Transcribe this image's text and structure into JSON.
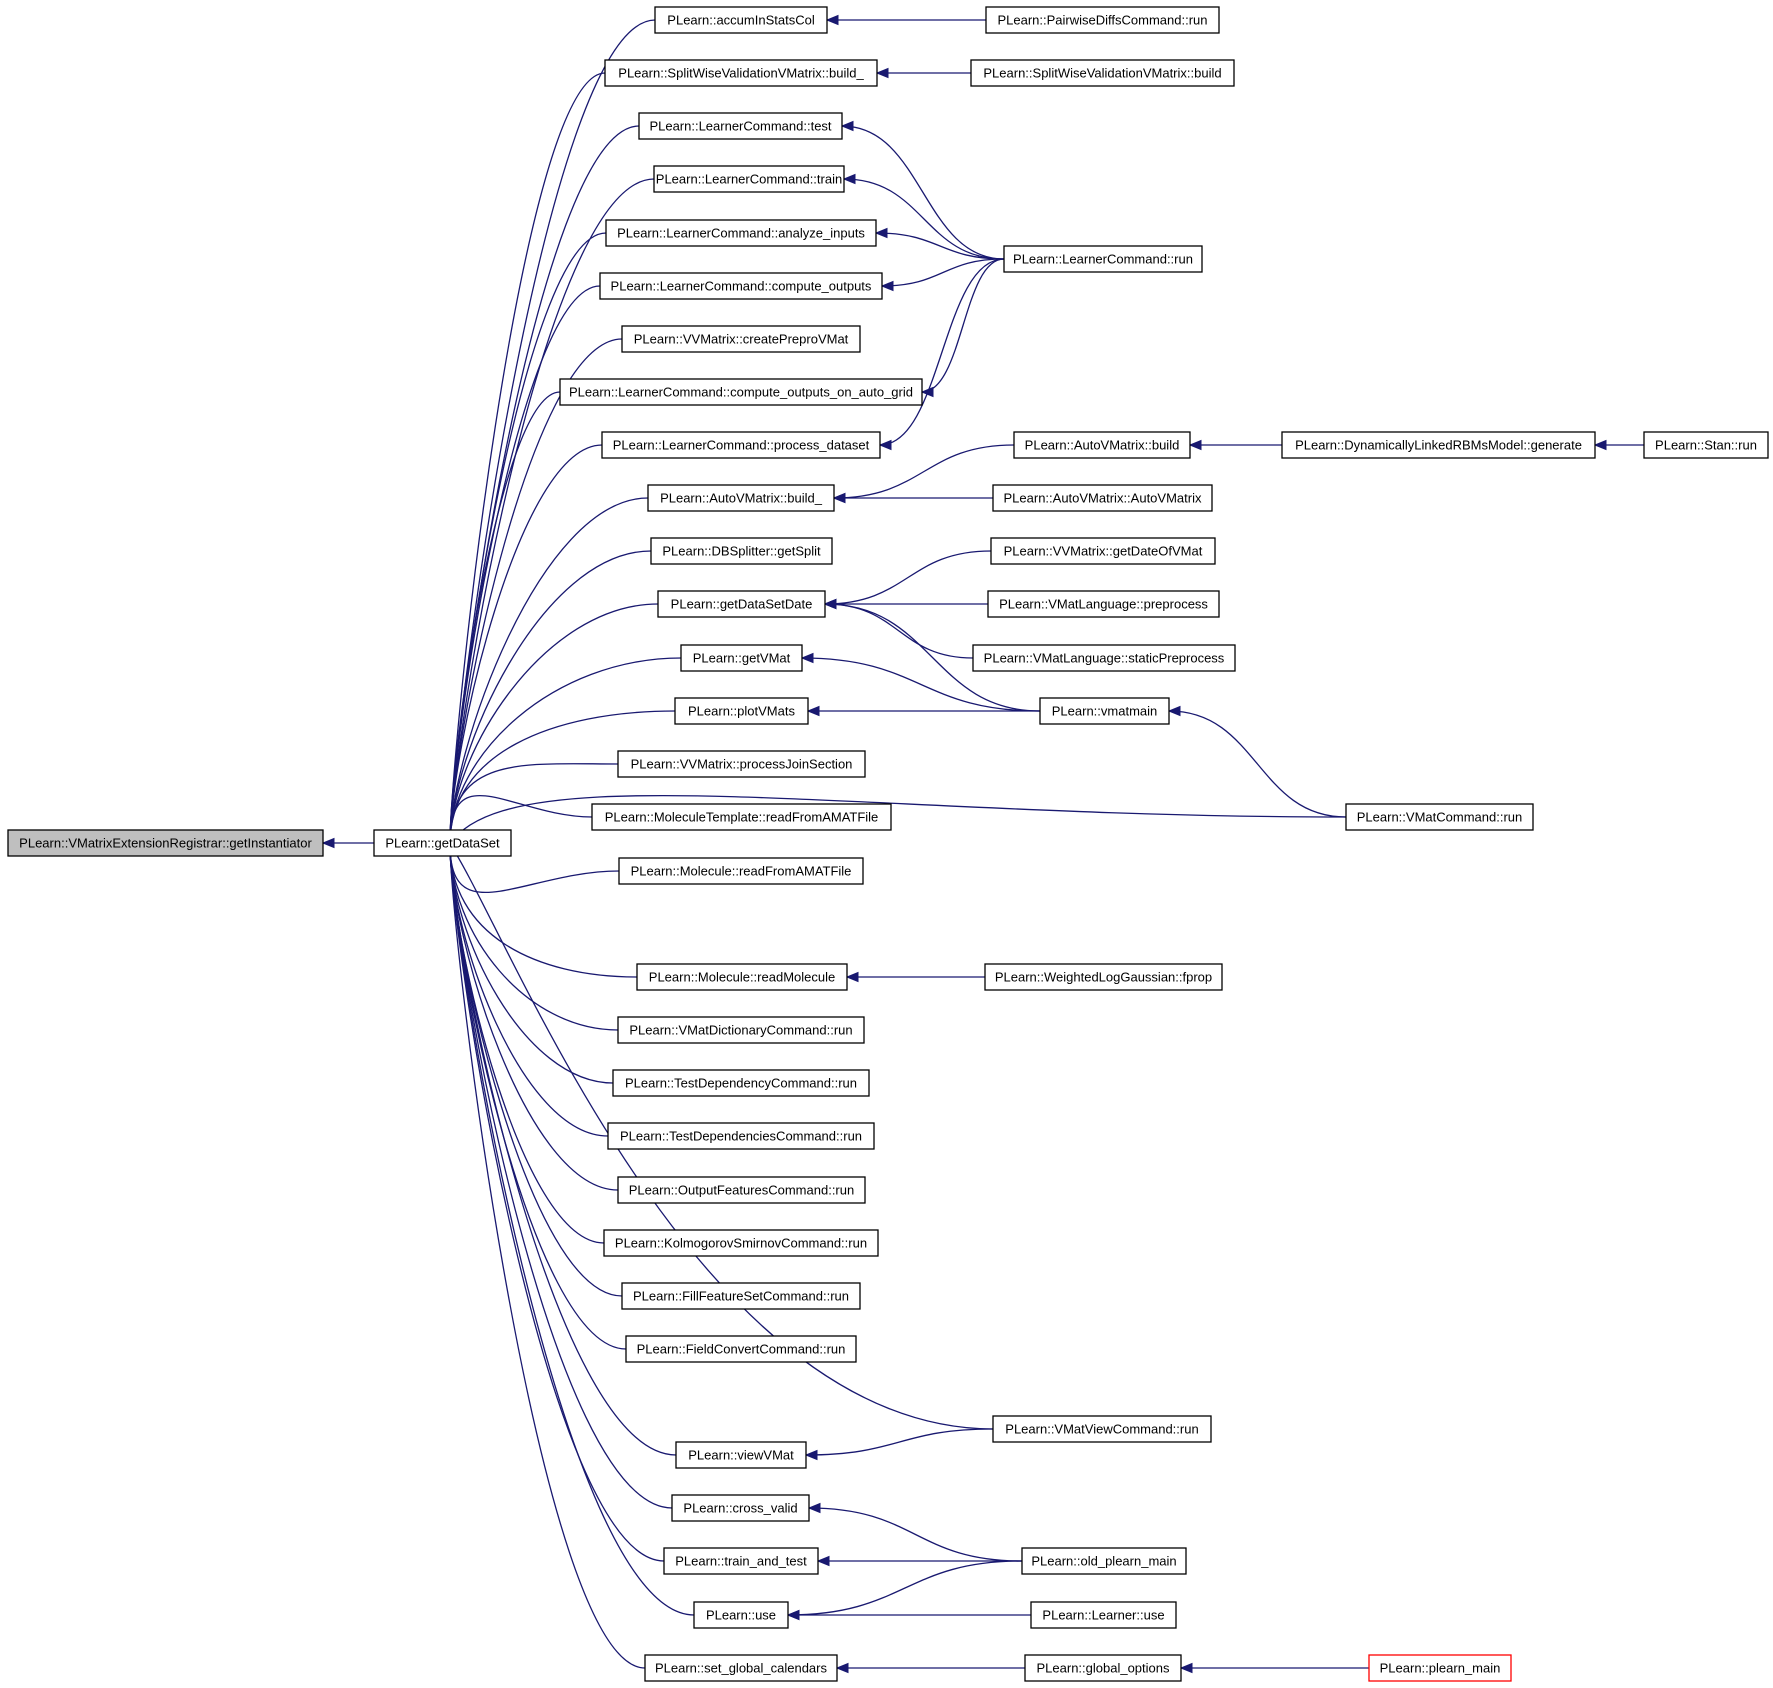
{
  "colors": {
    "edge": "#191970",
    "root_fill": "#bfbfbf",
    "truncated_border": "#ff0000"
  },
  "nodes": [
    {
      "id": "root",
      "label": "PLearn::VMatrixExtensionRegistrar::getInstantiator"
    },
    {
      "id": "gds",
      "label": "PLearn::getDataSet"
    },
    {
      "id": "accum",
      "label": "PLearn::accumInStatsCol"
    },
    {
      "id": "swv_build_",
      "label": "PLearn::SplitWiseValidationVMatrix::build_"
    },
    {
      "id": "lc_test",
      "label": "PLearn::LearnerCommand::test"
    },
    {
      "id": "lc_train",
      "label": "PLearn::LearnerCommand::train"
    },
    {
      "id": "lc_analyze",
      "label": "PLearn::LearnerCommand::analyze_inputs"
    },
    {
      "id": "lc_compute",
      "label": "PLearn::LearnerCommand::compute_outputs"
    },
    {
      "id": "vvm_create",
      "label": "PLearn::VVMatrix::createPreproVMat"
    },
    {
      "id": "lc_compute_grid",
      "label": "PLearn::LearnerCommand::compute_outputs_on_auto_grid"
    },
    {
      "id": "lc_process",
      "label": "PLearn::LearnerCommand::process_dataset"
    },
    {
      "id": "avm_build_",
      "label": "PLearn::AutoVMatrix::build_"
    },
    {
      "id": "dbs_getsplit",
      "label": "PLearn::DBSplitter::getSplit"
    },
    {
      "id": "gdsdate",
      "label": "PLearn::getDataSetDate"
    },
    {
      "id": "getvmat",
      "label": "PLearn::getVMat"
    },
    {
      "id": "plotvmats",
      "label": "PLearn::plotVMats"
    },
    {
      "id": "vvm_join",
      "label": "PLearn::VVMatrix::processJoinSection"
    },
    {
      "id": "moltpl_read",
      "label": "PLearn::MoleculeTemplate::readFromAMATFile"
    },
    {
      "id": "mol_read",
      "label": "PLearn::Molecule::readFromAMATFile"
    },
    {
      "id": "mol_readmol",
      "label": "PLearn::Molecule::readMolecule"
    },
    {
      "id": "vmdict_run",
      "label": "PLearn::VMatDictionaryCommand::run"
    },
    {
      "id": "testdep_run",
      "label": "PLearn::TestDependencyCommand::run"
    },
    {
      "id": "testdeps_run",
      "label": "PLearn::TestDependenciesCommand::run"
    },
    {
      "id": "outfeat_run",
      "label": "PLearn::OutputFeaturesCommand::run"
    },
    {
      "id": "ks_run",
      "label": "PLearn::KolmogorovSmirnovCommand::run"
    },
    {
      "id": "fillfeat_run",
      "label": "PLearn::FillFeatureSetCommand::run"
    },
    {
      "id": "fieldconv_run",
      "label": "PLearn::FieldConvertCommand::run"
    },
    {
      "id": "viewvmat",
      "label": "PLearn::viewVMat"
    },
    {
      "id": "crossvalid",
      "label": "PLearn::cross_valid"
    },
    {
      "id": "traintest",
      "label": "PLearn::train_and_test"
    },
    {
      "id": "use",
      "label": "PLearn::use"
    },
    {
      "id": "setcal",
      "label": "PLearn::set_global_calendars"
    },
    {
      "id": "pwd_run",
      "label": "PLearn::PairwiseDiffsCommand::run"
    },
    {
      "id": "swv_build",
      "label": "PLearn::SplitWiseValidationVMatrix::build"
    },
    {
      "id": "lc_run",
      "label": "PLearn::LearnerCommand::run"
    },
    {
      "id": "avm_build",
      "label": "PLearn::AutoVMatrix::build"
    },
    {
      "id": "avm_ctor",
      "label": "PLearn::AutoVMatrix::AutoVMatrix"
    },
    {
      "id": "vvm_getdate",
      "label": "PLearn::VVMatrix::getDateOfVMat"
    },
    {
      "id": "vml_pre",
      "label": "PLearn::VMatLanguage::preprocess"
    },
    {
      "id": "vml_static",
      "label": "PLearn::VMatLanguage::staticPreprocess"
    },
    {
      "id": "vmatmain",
      "label": "PLearn::vmatmain"
    },
    {
      "id": "vmcmd_run",
      "label": "PLearn::VMatCommand::run"
    },
    {
      "id": "wlg_fprop",
      "label": "PLearn::WeightedLogGaussian::fprop"
    },
    {
      "id": "vmview_run",
      "label": "PLearn::VMatViewCommand::run"
    },
    {
      "id": "oldplearn",
      "label": "PLearn::old_plearn_main"
    },
    {
      "id": "learner_use",
      "label": "PLearn::Learner::use"
    },
    {
      "id": "globalopts",
      "label": "PLearn::global_options"
    },
    {
      "id": "dlrbm_gen",
      "label": "PLearn::DynamicallyLinkedRBMsModel::generate"
    },
    {
      "id": "stan_run",
      "label": "PLearn::Stan::run"
    },
    {
      "id": "plearnmain",
      "label": "PLearn::plearn_main"
    }
  ],
  "edges": [
    {
      "from": "gds",
      "to": "root"
    },
    {
      "from": "accum",
      "to": "gds"
    },
    {
      "from": "swv_build_",
      "to": "gds"
    },
    {
      "from": "lc_test",
      "to": "gds"
    },
    {
      "from": "lc_train",
      "to": "gds"
    },
    {
      "from": "lc_analyze",
      "to": "gds"
    },
    {
      "from": "lc_compute",
      "to": "gds"
    },
    {
      "from": "vvm_create",
      "to": "gds"
    },
    {
      "from": "lc_compute_grid",
      "to": "gds"
    },
    {
      "from": "lc_process",
      "to": "gds"
    },
    {
      "from": "avm_build_",
      "to": "gds"
    },
    {
      "from": "dbs_getsplit",
      "to": "gds"
    },
    {
      "from": "gdsdate",
      "to": "gds"
    },
    {
      "from": "getvmat",
      "to": "gds"
    },
    {
      "from": "plotvmats",
      "to": "gds"
    },
    {
      "from": "vvm_join",
      "to": "gds"
    },
    {
      "from": "moltpl_read",
      "to": "gds"
    },
    {
      "from": "mol_read",
      "to": "gds"
    },
    {
      "from": "vmcmd_run",
      "to": "gds"
    },
    {
      "from": "mol_readmol",
      "to": "gds"
    },
    {
      "from": "vmdict_run",
      "to": "gds"
    },
    {
      "from": "testdep_run",
      "to": "gds"
    },
    {
      "from": "testdeps_run",
      "to": "gds"
    },
    {
      "from": "outfeat_run",
      "to": "gds"
    },
    {
      "from": "ks_run",
      "to": "gds"
    },
    {
      "from": "fillfeat_run",
      "to": "gds"
    },
    {
      "from": "fieldconv_run",
      "to": "gds"
    },
    {
      "from": "vmview_run",
      "to": "gds"
    },
    {
      "from": "viewvmat",
      "to": "gds"
    },
    {
      "from": "crossvalid",
      "to": "gds"
    },
    {
      "from": "traintest",
      "to": "gds"
    },
    {
      "from": "use",
      "to": "gds"
    },
    {
      "from": "setcal",
      "to": "gds"
    },
    {
      "from": "pwd_run",
      "to": "accum"
    },
    {
      "from": "swv_build",
      "to": "swv_build_"
    },
    {
      "from": "lc_run",
      "to": "lc_test"
    },
    {
      "from": "lc_run",
      "to": "lc_train"
    },
    {
      "from": "lc_run",
      "to": "lc_analyze"
    },
    {
      "from": "lc_run",
      "to": "lc_compute"
    },
    {
      "from": "lc_run",
      "to": "lc_compute_grid"
    },
    {
      "from": "lc_run",
      "to": "lc_process"
    },
    {
      "from": "avm_build",
      "to": "avm_build_"
    },
    {
      "from": "avm_ctor",
      "to": "avm_build_"
    },
    {
      "from": "dlrbm_gen",
      "to": "avm_build"
    },
    {
      "from": "stan_run",
      "to": "dlrbm_gen"
    },
    {
      "from": "vvm_getdate",
      "to": "gdsdate"
    },
    {
      "from": "vml_pre",
      "to": "gdsdate"
    },
    {
      "from": "vml_static",
      "to": "gdsdate"
    },
    {
      "from": "vmatmain",
      "to": "gdsdate"
    },
    {
      "from": "vmatmain",
      "to": "getvmat"
    },
    {
      "from": "vmatmain",
      "to": "plotvmats"
    },
    {
      "from": "vmcmd_run",
      "to": "vmatmain"
    },
    {
      "from": "wlg_fprop",
      "to": "mol_readmol"
    },
    {
      "from": "vmview_run",
      "to": "viewvmat"
    },
    {
      "from": "oldplearn",
      "to": "crossvalid"
    },
    {
      "from": "oldplearn",
      "to": "traintest"
    },
    {
      "from": "oldplearn",
      "to": "use"
    },
    {
      "from": "learner_use",
      "to": "use"
    },
    {
      "from": "globalopts",
      "to": "setcal"
    },
    {
      "from": "plearnmain",
      "to": "globalopts"
    }
  ]
}
